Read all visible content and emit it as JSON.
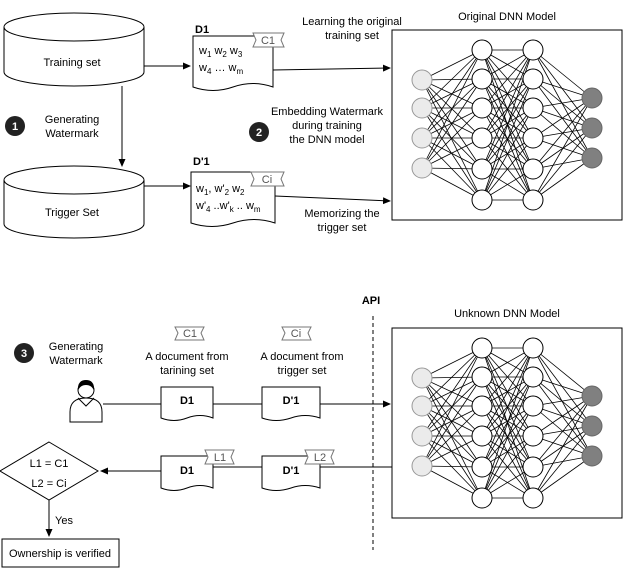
{
  "top": {
    "training_set": "Training set",
    "trigger_set": "Trigger Set",
    "step1_number": "1",
    "step1_label_line1": "Generating",
    "step1_label_line2": "Watermark",
    "step2_number": "2",
    "step2_label_line1": "Embedding Watermark",
    "step2_label_line2": "during training",
    "step2_label_line3": "the DNN model",
    "learning_line1": "Learning  the original",
    "learning_line2": "training set",
    "memorizing_line1": "Memorizing the",
    "memorizing_line2": "trigger set",
    "model_title": "Original DNN Model",
    "d1": {
      "title": "D1",
      "tag": "C1",
      "line1_parts": [
        "w",
        "1",
        " w",
        "2",
        " w",
        "3"
      ],
      "line2_parts": [
        "w",
        "4",
        " … w",
        "m"
      ]
    },
    "d1p": {
      "title": "D'1",
      "tag": "Ci",
      "line1_parts": [
        "w",
        "1",
        ", w'",
        "2",
        " w",
        "2"
      ],
      "line2_parts": [
        "w'",
        "4",
        " ..w'",
        "k",
        " .. w",
        "m"
      ]
    }
  },
  "bottom": {
    "api_label": "API",
    "step3_number": "3",
    "step3_label_line1": "Generating",
    "step3_label_line2": "Watermark",
    "model_title": "Unknown DNN Model",
    "doc_training_tag": "C1",
    "doc_training_line1": "A document from",
    "doc_training_line2": "tarining set",
    "doc_trigger_tag": "Ci",
    "doc_trigger_line1": "A document from",
    "doc_trigger_line2": "trigger set",
    "d1_label": "D1",
    "d1p_label": "D'1",
    "return_d1_label": "D1",
    "return_d1_tag": "L1",
    "return_d1p_label": "D'1",
    "return_d1p_tag": "L2",
    "decision_line1": "L1 = C1",
    "decision_line2": "L2 = Ci",
    "yes_label": "Yes",
    "result": "Ownership is verified"
  },
  "colors": {
    "stroke": "#000000",
    "input_node": "#ebebeb",
    "output_node": "#808080",
    "hidden_node": "#ffffff",
    "step_badge": "#222222"
  }
}
